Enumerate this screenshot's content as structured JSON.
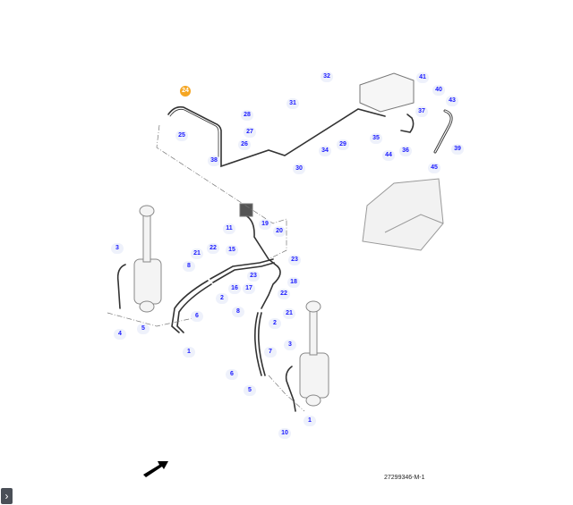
{
  "diagram": {
    "reference_code": "27299346-M-1",
    "highlighted_callout": "24",
    "callouts": [
      "24",
      "28",
      "27",
      "25",
      "26",
      "38",
      "32",
      "31",
      "30",
      "34",
      "29",
      "41",
      "40",
      "43",
      "37",
      "35",
      "36",
      "39",
      "44",
      "45",
      "11",
      "19",
      "20",
      "22",
      "21",
      "15",
      "23",
      "23",
      "8",
      "16",
      "17",
      "18",
      "2",
      "22",
      "21",
      "8",
      "2",
      "3",
      "4",
      "5",
      "6",
      "1",
      "3",
      "7",
      "6",
      "5",
      "1",
      "10"
    ]
  },
  "ui": {
    "expand_label": "›"
  },
  "colors": {
    "highlight": "#f5a623",
    "callout_text": "#1a1aff"
  }
}
